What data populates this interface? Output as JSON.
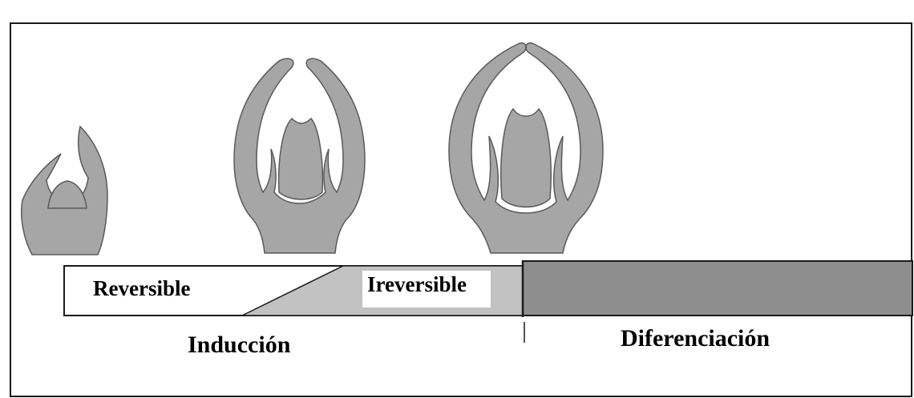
{
  "stages": {
    "reversible": "Reversible",
    "ireversible": "Ireversible",
    "induccion": "Inducción",
    "diferenciacion": "Diferenciación"
  },
  "colors": {
    "bud_fill": "#a6a6a6",
    "bud_outline": "#5a5a5a",
    "bar_light": "#ffffff",
    "bar_mid": "#c2c2c2",
    "bar_dark": "#8e8e8e",
    "frame": "#1a1a1a"
  }
}
